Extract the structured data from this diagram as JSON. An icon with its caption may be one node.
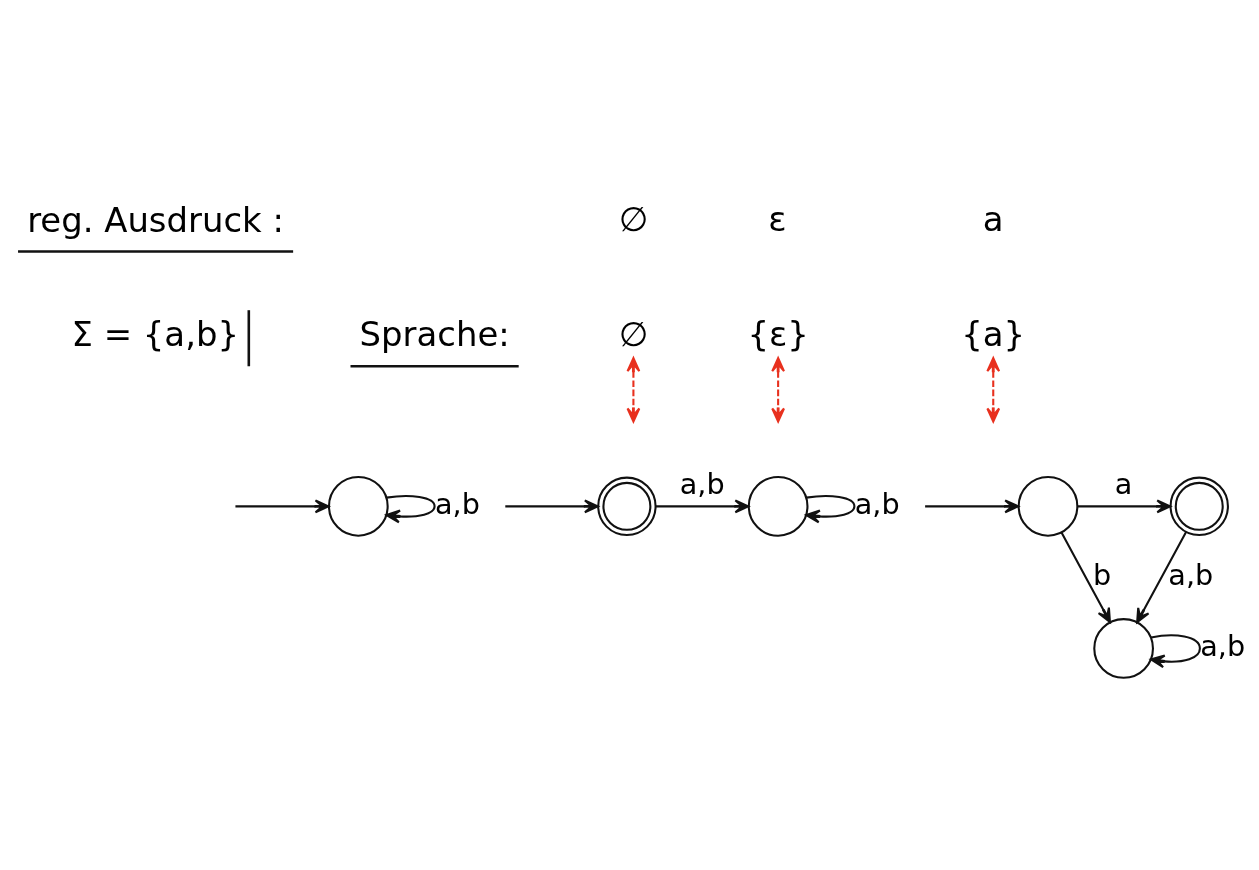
{
  "diagram": {
    "nodes": [
      {
        "text": [
          "∅"
        ]
      },
      {
        "text": [
          "{ε}"
        ]
      },
      {
        "text": [
          "{a}"
        ]
      },
      {
        "text": [],
        "shape": "circle"
      },
      {
        "text": [],
        "shape": "doublecircle"
      },
      {
        "text": [],
        "shape": "circle"
      },
      {
        "text": [],
        "shape": "circle"
      },
      {
        "text": [],
        "shape": "doublecircle"
      },
      {
        "text": [],
        "shape": "circle"
      }
    ],
    "edges": [
      {
        "from": 0,
        "to": null,
        "arrow": "both",
        "style": "dashed",
        "color": "#e8301e"
      },
      {
        "from": null,
        "to": 3,
        "arrow": "to"
      },
      {
        "from": 3,
        "to": 3,
        "arrow": "to",
        "label": "a,b"
      },
      {
        "from": 1,
        "to": null,
        "arrow": "both",
        "style": "dashed",
        "color": "#e8301e"
      },
      {
        "from": null,
        "to": 4,
        "arrow": "to"
      },
      {
        "from": 4,
        "to": 5,
        "arrow": "to",
        "label": "a,b"
      },
      {
        "from": 5,
        "to": 5,
        "arrow": "to",
        "label": "a,b"
      },
      {
        "from": 2,
        "to": null,
        "arrow": "both",
        "style": "dashed",
        "color": "#e8301e"
      },
      {
        "from": null,
        "to": 6,
        "arrow": "to"
      },
      {
        "from": 6,
        "to": 7,
        "arrow": "to",
        "label": "a"
      },
      {
        "from": 6,
        "to": 8,
        "arrow": "to",
        "label": "b"
      },
      {
        "from": 7,
        "to": 8,
        "arrow": "to",
        "label": "a,b"
      },
      {
        "from": 8,
        "to": 8,
        "arrow": "to",
        "label": "a,b"
      }
    ],
    "labels": [
      "reg. Ausdruck :",
      "∅",
      "ε",
      "a",
      "Σ = {a,b}",
      "Sprache:"
    ]
  }
}
